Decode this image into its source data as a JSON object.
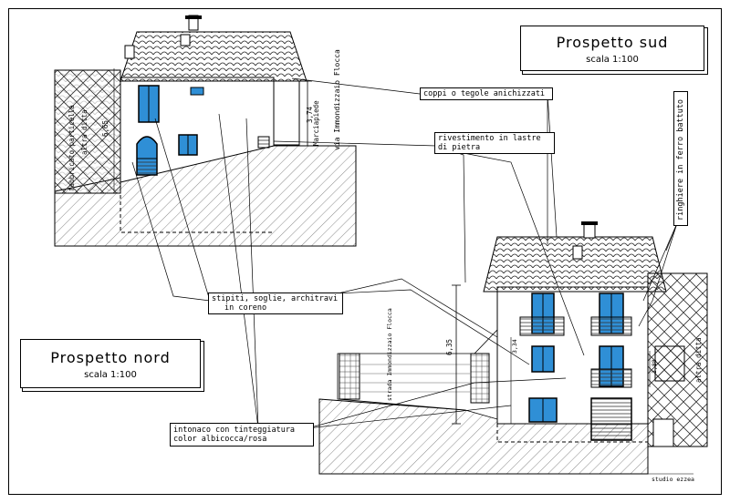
{
  "titles": {
    "south": {
      "title": "Prospetto sud",
      "scale": "scala 1:100"
    },
    "north": {
      "title": "Prospetto nord",
      "scale": "scala 1:100"
    }
  },
  "callouts": {
    "coppi": "coppi o tegole anichizzati",
    "rivestimento": [
      "rivestimento in lastre",
      "di pietra"
    ],
    "stipiti": [
      "stipiti, soglie, architravi",
      "in coreno"
    ],
    "intonaco": [
      "intonaco con tinteggiatura",
      "color albicocca/rosa"
    ],
    "ringhiere": "ringhiere in ferro battuto"
  },
  "vertical_labels": {
    "via_north": "via Immondizzaio Flocca",
    "marciapiede": "Marciapiede",
    "height_north": "3,74",
    "fabbricato": [
      "fabbricato particella",
      "altra ditta"
    ],
    "height_side": "6,65",
    "strada_south": "strada Immondizzaio Flocca",
    "height_south": "6,35",
    "height_small": "3,34",
    "altra_ditta": "altra ditta",
    "height_right": "3,88"
  },
  "footer": {
    "studio": "studio ezzea"
  }
}
